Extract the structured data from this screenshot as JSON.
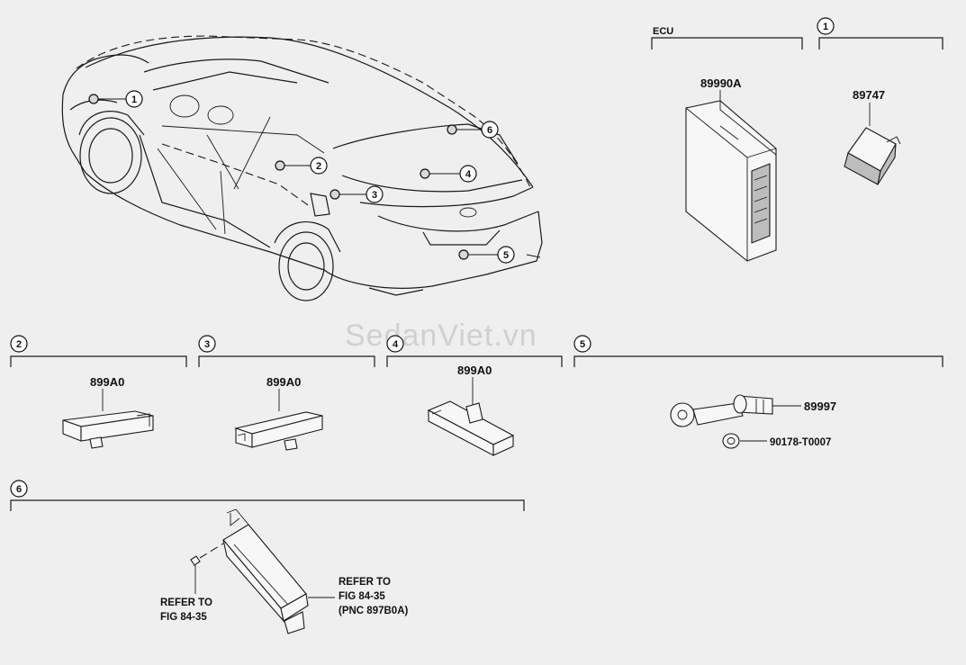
{
  "watermark": "SedanViet.vn",
  "callouts": [
    {
      "id": "1",
      "label": "1"
    },
    {
      "id": "2",
      "label": "2"
    },
    {
      "id": "3",
      "label": "3"
    },
    {
      "id": "4",
      "label": "4"
    },
    {
      "id": "5",
      "label": "5"
    },
    {
      "id": "6",
      "label": "6"
    }
  ],
  "sections": {
    "ecu": {
      "title": "ECU",
      "part_number": "89990A"
    },
    "s1": {
      "index": "1",
      "part_number": "89747"
    },
    "s2": {
      "index": "2",
      "part_number": "899A0"
    },
    "s3": {
      "index": "3",
      "part_number": "899A0"
    },
    "s4": {
      "index": "4",
      "part_number": "899A0"
    },
    "s5": {
      "index": "5",
      "part_numbers": [
        "89997",
        "90178-T0007"
      ]
    },
    "s6": {
      "index": "6",
      "ref_left": [
        "REFER TO",
        "FIG 84-35"
      ],
      "ref_right": [
        "REFER TO",
        "FIG 84-35",
        "(PNC 897B0A)"
      ]
    }
  }
}
